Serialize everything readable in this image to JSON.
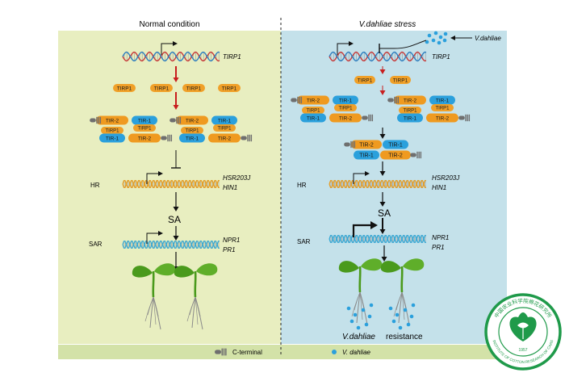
{
  "colors": {
    "normal_bg": "#e8eec0",
    "stress_bg": "#c4e1ea",
    "footer_bg": "#d3e2a8",
    "dna_red": "#c83a3a",
    "dna_blue": "#2e7fc0",
    "dna_orange": "#e89a1a",
    "dna_cyan": "#33a8d6",
    "tirp1": "#f0a028",
    "tir1": "#2ba0dc",
    "tir2": "#ef9a20",
    "cterm": "#6f6f6f",
    "red_arrow": "#c81e1e",
    "leaf": "#4a9a1c",
    "logo_green": "#1f9a4a"
  },
  "panels": {
    "normal": {
      "title": "Normal condition"
    },
    "stress": {
      "title": "V.dahliae stress"
    }
  },
  "labels": {
    "gene_tirp1": "TIRP1",
    "gene_hsr": "HSR203J",
    "gene_hin": "HIN1",
    "gene_npr": "NPR1",
    "gene_pr": "PR1",
    "hr": "HR",
    "sar": "SAR",
    "sa": "SA",
    "pathogen": "V.dahliae",
    "resistance_species": "V.dahliae",
    "resistance_word": "resistance"
  },
  "proteins": {
    "tirp1": "TIRP1",
    "tir1": "TIR-1",
    "tir2": "TIR-2"
  },
  "legend": {
    "cterminal": "C-terminal",
    "vdahliae": "V. dahliae"
  },
  "logo": {
    "text_top": "中国农业科学院棉花研究所",
    "text_bottom": "INSTITUTE OF COTTON RESEARCH OF CAAS",
    "year": "1957"
  }
}
